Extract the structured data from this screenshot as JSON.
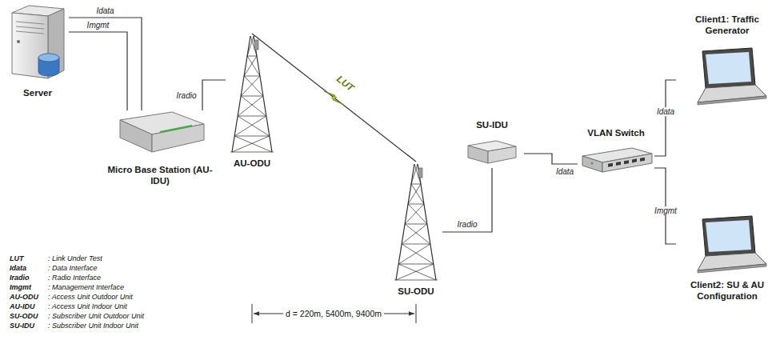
{
  "diagram": {
    "nodes": [
      {
        "text": [
          "Server"
        ]
      },
      {
        "text": [
          "Micro Base Station (AU-IDU)"
        ]
      },
      {
        "text": [
          "AU-ODU"
        ]
      },
      {
        "text": [
          "SU-ODU"
        ]
      },
      {
        "text": [
          "SU-IDU"
        ]
      },
      {
        "text": [
          "VLAN Switch"
        ]
      },
      {
        "text": [
          "Client1: Traffic Generator"
        ]
      },
      {
        "text": [
          "Client2: SU & AU Configuration"
        ]
      }
    ],
    "edges": [
      {
        "from": 0,
        "to": 1,
        "arrow": "none",
        "label": "Idata"
      },
      {
        "from": 0,
        "to": 1,
        "arrow": "none",
        "label": "Imgmt"
      },
      {
        "from": 1,
        "to": 2,
        "arrow": "none",
        "label": "Iradio"
      },
      {
        "from": 2,
        "to": 3,
        "arrow": "none",
        "label": "LUT"
      },
      {
        "from": 3,
        "to": 4,
        "arrow": "none",
        "label": "Iradio"
      },
      {
        "from": 4,
        "to": 5,
        "arrow": "none",
        "label": "Idata"
      },
      {
        "from": 5,
        "to": 6,
        "arrow": "none",
        "label": "Idata"
      },
      {
        "from": 5,
        "to": 7,
        "arrow": "none",
        "label": "Imgmt"
      }
    ],
    "labels": [
      "LUT",
      ": Link Under Test",
      "Idata",
      ": Data Interface",
      "Iradio",
      ": Radio Interface",
      "Imgmt",
      ": Management Interface",
      "AU-ODU",
      ": Access Unit Outdoor Unit",
      "AU-IDU",
      ": Access Unit Indoor Unit",
      "SU-ODU",
      ": Subscriber Unit Outdoor Unit",
      "SU-IDU",
      ": Subscriber Unit Indoor Unit",
      "d = 220m, 5400m, 9400m"
    ]
  }
}
